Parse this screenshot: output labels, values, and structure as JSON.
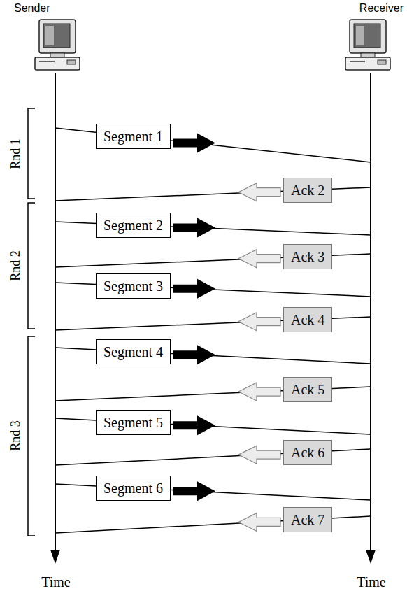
{
  "diagram": {
    "nodes": [
      {
        "text": [
          "Sender"
        ]
      },
      {
        "text": [
          "Receiver"
        ]
      },
      {
        "text": [
          "Segment 1"
        ]
      },
      {
        "text": [
          "Ack 2"
        ]
      },
      {
        "text": [
          "Segment 2"
        ]
      },
      {
        "text": [
          "Ack 3"
        ]
      },
      {
        "text": [
          "Segment 3"
        ]
      },
      {
        "text": [
          "Ack 4"
        ]
      },
      {
        "text": [
          "Segment 4"
        ]
      },
      {
        "text": [
          "Ack 5"
        ]
      },
      {
        "text": [
          "Segment 5"
        ]
      },
      {
        "text": [
          "Ack 6"
        ]
      },
      {
        "text": [
          "Segment 6"
        ]
      },
      {
        "text": [
          "Ack 7"
        ]
      }
    ],
    "labels": [
      "Rnd 1",
      "Rnd 2",
      "Rnd 3",
      "Time",
      "Time"
    ]
  }
}
